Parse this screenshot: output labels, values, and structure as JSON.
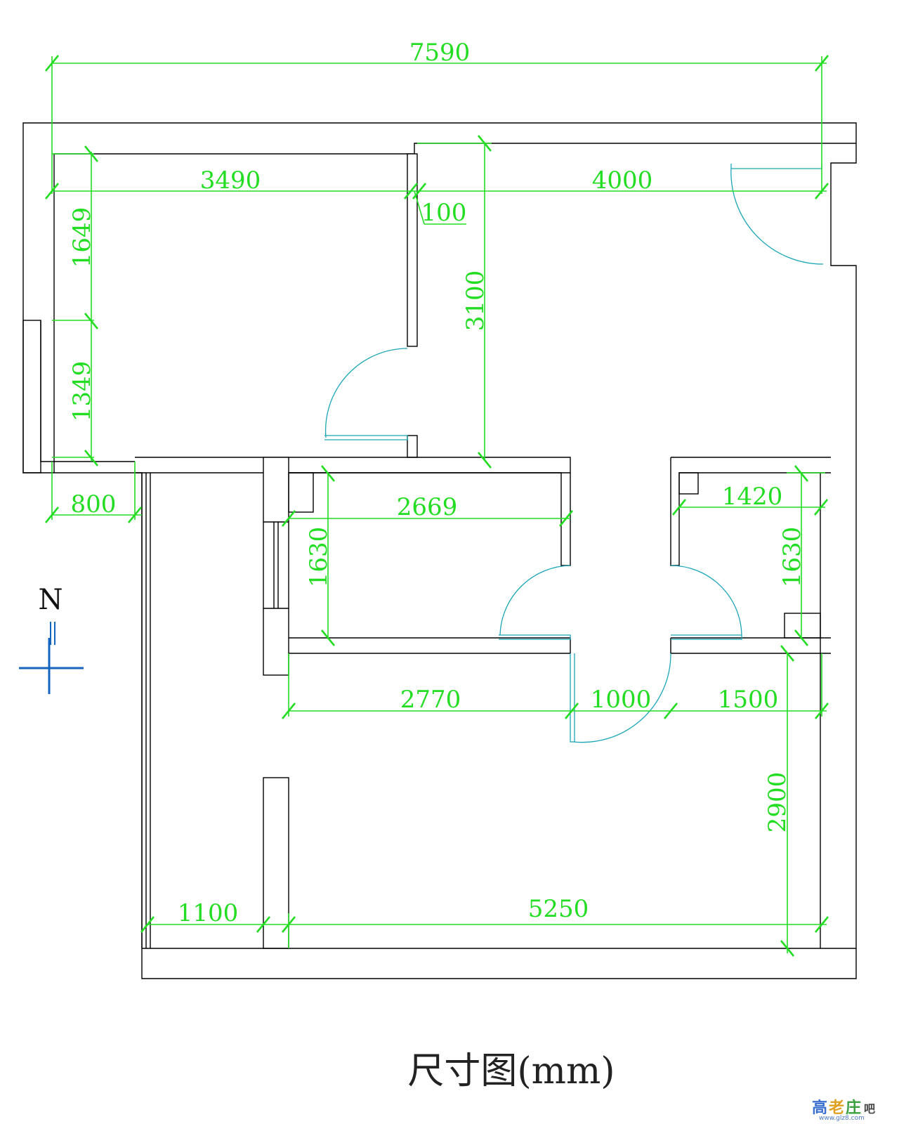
{
  "dimensions": {
    "total_width": "7590",
    "bedroom_width": "3490",
    "wall_gap": "100",
    "living_width": "4000",
    "bedroom_upper_height": "1649",
    "bedroom_lower_height": "1349",
    "living_height": "3100",
    "balcony_width": "800",
    "room_a_width": "2669",
    "room_a_height": "1630",
    "room_b_width": "1420",
    "room_b_height": "1630",
    "corridor_left": "2770",
    "door_width": "1000",
    "corridor_right": "1500",
    "bottom_height": "2900",
    "bottom_left": "1100",
    "bottom_right": "5250"
  },
  "compass": {
    "label": "N"
  },
  "caption": "尺寸图(mm)",
  "watermark": {
    "glyphs": [
      "高",
      "老",
      "庄",
      "吧"
    ],
    "url": "www.glz8.com"
  },
  "colors": {
    "dimension": "#22dd22",
    "door": "#1aa6b7",
    "compass": "#1565c0",
    "wall": "#000000"
  }
}
